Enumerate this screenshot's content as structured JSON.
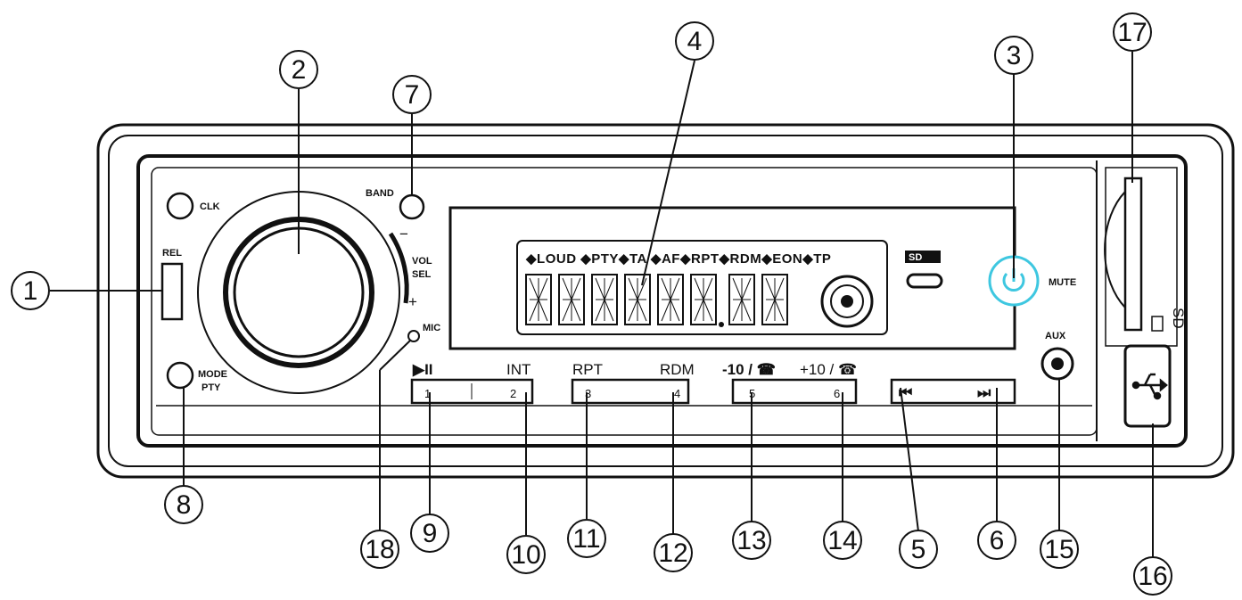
{
  "labels": {
    "clk": "CLK",
    "rel": "REL",
    "mode_pty": [
      "MODE",
      "PTY"
    ],
    "band": "BAND",
    "vol_sel": [
      "VOL",
      "SEL"
    ],
    "vol_minus": "−",
    "vol_plus": "+",
    "mic": "MIC",
    "mute": "MUTE",
    "aux": "AUX",
    "sd": "SD",
    "lcd_indicators": "◆LOUD ◆PTY◆TA ◆AF◆RPT◆RDM◆EON◆TP",
    "lcd_sd_icon": "SD",
    "play_pause": "▶II",
    "int": "INT",
    "rpt": "RPT",
    "rdm": "RDM",
    "minus10": "-10 / ☎",
    "plus10": "+10 / ☎",
    "btn_nums": [
      "1",
      "2",
      "3",
      "4",
      "5",
      "6"
    ],
    "prev": "⏮",
    "next": "⏭"
  },
  "callouts": [
    "1",
    "2",
    "3",
    "4",
    "5",
    "6",
    "7",
    "8",
    "9",
    "10",
    "11",
    "12",
    "13",
    "14",
    "15",
    "16",
    "17",
    "18"
  ],
  "colors": {
    "line": "#111111",
    "mute_glow": "#3ec7e0",
    "panel_fill": "#ffffff"
  },
  "icons": {
    "power": "power-icon",
    "usb": "usb-icon",
    "sd_slot": "sd-card-icon"
  }
}
